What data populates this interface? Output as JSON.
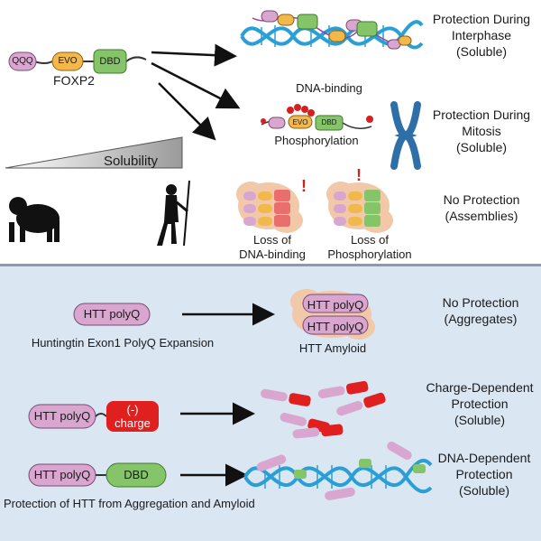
{
  "colors": {
    "qqq": "#d9a6cf",
    "evo": "#f2b84b",
    "dbd": "#86c46a",
    "htt": "#d9a6cf",
    "charge": "#e01f1f",
    "dna_blue": "#2a9fd6",
    "dna_purple": "#9a3f9c",
    "chromosome": "#2f6fa8",
    "phospho": "#d62020",
    "assembly": "#f1c8a8",
    "bottom_bg": "#dbe6f3"
  },
  "foxp2": {
    "qqq": "QQQ",
    "evo": "EVO",
    "dbd": "DBD",
    "name": "FOXP2"
  },
  "solubility": "Solubility",
  "dna_binding": "DNA-binding",
  "phosphorylation": "Phosphorylation",
  "evo_small": "EVO",
  "dbd_small": "DBD",
  "loss_dna": "Loss of\nDNA-binding",
  "loss_phos": "Loss of\nPhosphorylation",
  "protection_interphase": "Protection During\nInterphase\n(Soluble)",
  "protection_mitosis": "Protection During\nMitosis\n(Soluble)",
  "no_protection_assemblies": "No Protection\n(Assemblies)",
  "htt": "HTT polyQ",
  "htt_caption": "Huntingtin Exon1 PolyQ Expansion",
  "htt_amyloid": "HTT Amyloid",
  "no_protection_aggregates": "No Protection\n(Aggregates)",
  "charge_label": "(-)\ncharge",
  "charge_protection": "Charge-Dependent\nProtection\n(Soluble)",
  "dna_protection": "DNA-Dependent\nProtection\n(Soluble)",
  "dbd": "DBD",
  "bottom_caption": "Protection of HTT from Aggregation and Amyloid"
}
